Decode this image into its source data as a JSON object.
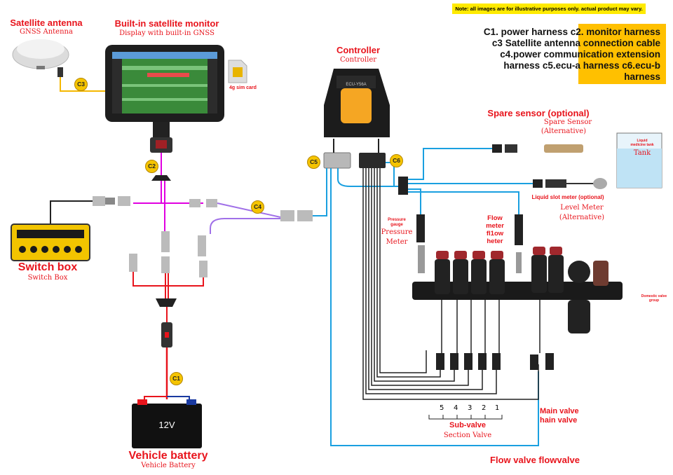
{
  "note": "Note: all images are for illustrative purposes only. actual product may vary.",
  "legend": "C1. power harness c2. monitor harness c3 Satellite antenna connection cable c4.power communication extension harness c5.ecu-a harness c6.ecu-b harness",
  "satellite_antenna": {
    "title": "Satellite antenna",
    "subtitle": "GNSS Antenna"
  },
  "monitor": {
    "title": "Built-in satellite monitor",
    "subtitle": "Display with built-in GNSS"
  },
  "sim": {
    "label": "4g sim card"
  },
  "controller": {
    "title": "Controller",
    "subtitle": "Controller",
    "model": "ECU-Y56A"
  },
  "spare_sensor": {
    "title": "Spare sensor (optional)",
    "subtitle1": "Spare Sensor",
    "subtitle2": "(Alternative)"
  },
  "tank": {
    "label_small1": "Liquid",
    "label_small2": "medicine tank",
    "label": "Tank"
  },
  "level_meter": {
    "title": "Liquid slot meter (optional)",
    "subtitle1": "Level Meter",
    "subtitle2": "(Alternative)"
  },
  "pressure": {
    "title1": "Pressure",
    "title2": "gauge",
    "subtitle1": "Pressure",
    "subtitle2": "Meter"
  },
  "flow_meter": {
    "title1": "Flow",
    "title2": "meter",
    "subtitle1": "fl1ow",
    "subtitle2": "heter"
  },
  "domestic_valve": {
    "line1": "Domestic valve",
    "line2": "group"
  },
  "switch_box": {
    "title": "Switch box",
    "subtitle": "Switch Box"
  },
  "battery": {
    "title": "Vehicle battery",
    "subtitle": "Vehicle Battery",
    "voltage": "12V"
  },
  "sub_valve": {
    "numbers": [
      "5",
      "4",
      "3",
      "2",
      "1"
    ],
    "title": "Sub-valve",
    "subtitle": "Section Valve"
  },
  "main_valve": {
    "line1": "Main valve",
    "line2": "hain valve"
  },
  "flow_valve": {
    "label": "Flow valve flowvalve"
  },
  "tags": {
    "c1": "C1",
    "c2": "C2",
    "c3": "C3",
    "c4": "C4",
    "c5": "C5",
    "c6": "C6"
  },
  "colors": {
    "red": "#e8141c",
    "magenta": "#e000e0",
    "purple": "#a070e8",
    "cyan": "#1aa0e0",
    "tag_yellow": "#f5c400",
    "highlight": "#ffc000"
  }
}
